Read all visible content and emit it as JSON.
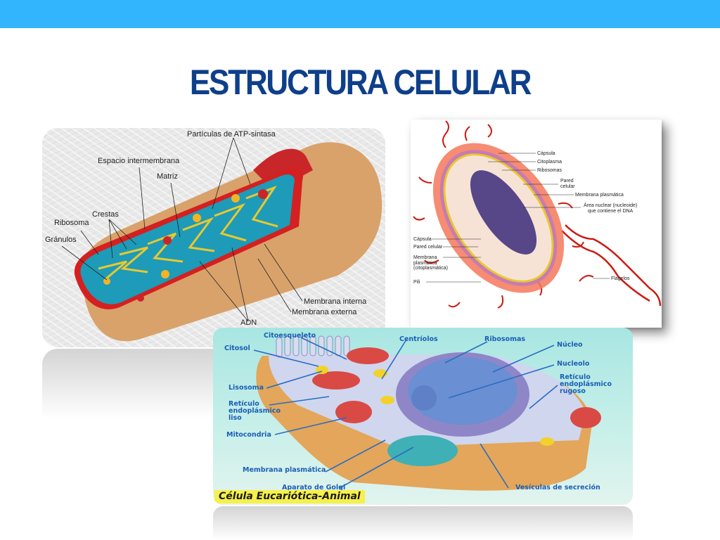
{
  "slide": {
    "title": "ESTRUCTURA CELULAR",
    "colors": {
      "top_bar": "#33b5fd",
      "title": "#0f3f8a",
      "background": "#ffffff"
    }
  },
  "mitochondria": {
    "labels": {
      "atp": "Partículas de ATP-sintasa",
      "intermembrane": "Espacio intermembrana",
      "matrix": "Matriz",
      "crests": "Crestas",
      "ribosome": "Ribosoma",
      "granules": "Gránulos",
      "inner_membrane": "Membrana interna",
      "outer_membrane": "Membrana externa",
      "dna": "ADN"
    }
  },
  "bacteria": {
    "labels": {
      "capsule_top": "Cápsula",
      "cytoplasm": "Citoplasma",
      "ribosomes": "Ribosomas",
      "cell_wall_top_1": "Pared",
      "cell_wall_top_2": "celular",
      "plasma_membrane_top": "Membrana plasmática",
      "nuclear_area_1": "Área nuclear (nucleoide)",
      "nuclear_area_2": "que contiene el DNA",
      "capsule_left": "Cápsula",
      "cell_wall_left": "Pared celular",
      "plasma_membrane_left_1": "Membrana",
      "plasma_membrane_left_2": "plasmática",
      "plasma_membrane_left_3": "(citoplasmática)",
      "pili": "Pili",
      "flagella": "Flagelos"
    }
  },
  "animal_cell": {
    "caption": "Célula Eucariótica-Animal",
    "labels": {
      "cytoskeleton": "Citoesqueleto",
      "cytosol": "Citosol",
      "centrioles": "Centríolos",
      "ribosomes": "Ribosomas",
      "nucleus": "Núcleo",
      "nucleolus": "Nucleolo",
      "rough_er_1": "Retículo",
      "rough_er_2": "endoplásmico",
      "rough_er_3": "rugoso",
      "lysosome": "Lisosoma",
      "smooth_er_1": "Retículo",
      "smooth_er_2": "endoplásmico",
      "smooth_er_3": "liso",
      "mitochondria": "Mitocondria",
      "plasma_membrane": "Membrana plasmática",
      "golgi": "Aparato de Golgi",
      "secretion_vesicles": "Vesículas de secreción"
    }
  }
}
